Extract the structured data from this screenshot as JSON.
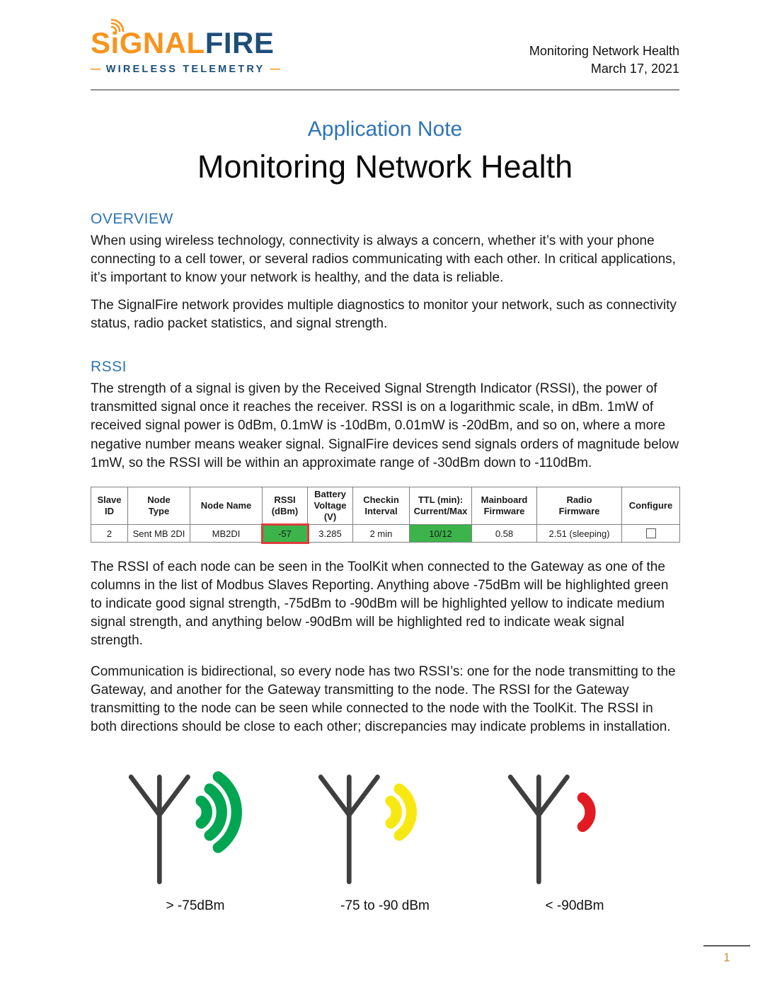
{
  "colors": {
    "accent-blue": "#2E74B5",
    "logo-orange": "#F7941E",
    "logo-navy": "#1D4E79",
    "table-green": "#3CB44B",
    "highlight-red": "#E03C3C",
    "pagenum-orange": "#C9913B"
  },
  "header": {
    "logo": {
      "signal_prefix": "S",
      "signal_i": "i",
      "signal_suffix": "GNAL",
      "fire": "FIRE",
      "dash": "—",
      "tagline": "WIRELESS  TELEMETRY"
    },
    "doc_title": "Monitoring Network Health",
    "date": "March 17, 2021"
  },
  "title": {
    "kicker": "Application Note",
    "main": "Monitoring Network Health"
  },
  "overview": {
    "heading": "OVERVIEW",
    "p1": "When using wireless technology, connectivity is always a concern, whether it’s with your phone connecting to a cell tower, or several radios communicating with each other. In critical applications, it’s important to know your network is healthy, and the data is reliable.",
    "p2": "The SignalFire network provides multiple diagnostics to monitor your network, such as connectivity status, radio packet statistics, and signal strength."
  },
  "rssi": {
    "heading": "RSSI",
    "p1": "The strength of a signal is given by the Received Signal Strength Indicator (RSSI), the power of transmitted signal once it reaches the receiver. RSSI is on a logarithmic scale, in dBm. 1mW of received signal power is 0dBm, 0.1mW is -10dBm, 0.01mW is -20dBm, and so on, where a more negative number means weaker signal. SignalFire devices send signals orders of magnitude below 1mW, so the RSSI will be within an approximate range of -30dBm down to -110dBm.",
    "p2": "The RSSI of each node can be seen in the ToolKit when connected to the Gateway as one of the columns in the list of Modbus Slaves Reporting. Anything above -75dBm will be highlighted green to indicate good signal strength, -75dBm to -90dBm will be highlighted yellow to indicate medium signal strength, and anything below -90dBm will be highlighted red to indicate weak signal strength.",
    "p3": "Communication is bidirectional, so every node has two RSSI’s: one for the node transmitting to the Gateway, and another for the Gateway transmitting to the node. The RSSI for the Gateway transmitting to the node can be seen while connected to the node with the ToolKit. The RSSI in both directions should be close to each other; discrepancies may indicate problems in installation."
  },
  "table": {
    "headers": [
      "Slave\nID",
      "Node\nType",
      "Node Name",
      "RSSI\n(dBm)",
      "Battery\nVoltage\n(V)",
      "Checkin\nInterval",
      "TTL (min):\nCurrent/Max",
      "Mainboard\nFirmware",
      "Radio\nFirmware",
      "Configure"
    ],
    "row": {
      "slave_id": "2",
      "node_type": "Sent MB 2DI",
      "node_name": "MB2DI",
      "rssi": "-57",
      "battery_voltage": "3.285",
      "checkin_interval": "2 min",
      "ttl": "10/12",
      "mainboard_firmware": "0.58",
      "radio_firmware": "2.51 (sleeping)"
    }
  },
  "legend": {
    "items": [
      {
        "label": "> -75dBm",
        "color": "#00A651",
        "arcs": 3,
        "meaning": "good signal strength"
      },
      {
        "label": "-75 to -90 dBm",
        "color": "#F7E814",
        "arcs": 2,
        "meaning": "medium signal strength"
      },
      {
        "label": "< -90dBm",
        "color": "#E21B23",
        "arcs": 1,
        "meaning": "weak signal strength"
      }
    ]
  },
  "footer": {
    "page_number": "1"
  }
}
